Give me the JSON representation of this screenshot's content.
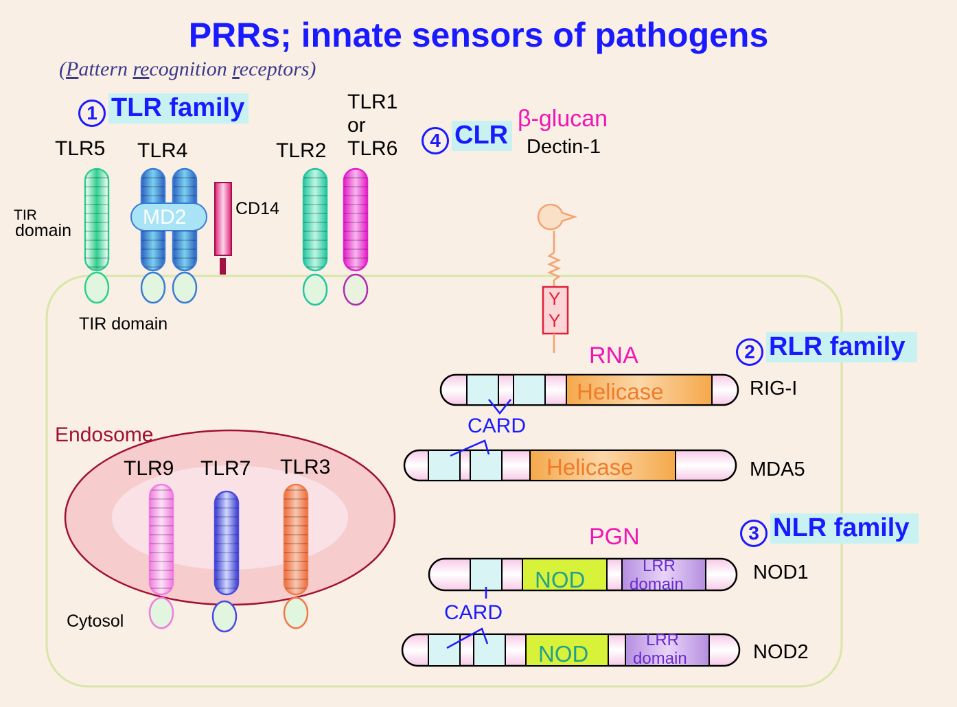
{
  "title": "PRRs; innate sensors of pathogens",
  "subtitle": {
    "open": "(",
    "p1": "P",
    "p1rest": "attern ",
    "p2": "re",
    "p2rest": "cognition ",
    "p3": "r",
    "p3rest": "eceptors)"
  },
  "families": {
    "tlr": {
      "number": "1",
      "label": "TLR family"
    },
    "rlr": {
      "number": "2",
      "label": "RLR  family"
    },
    "nlr": {
      "number": "3",
      "label": "NLR family"
    },
    "clr": {
      "number": "4",
      "label": "CLR"
    }
  },
  "tlr_surface": {
    "tlr5": "TLR5",
    "tlr4": "TLR4",
    "tlr2": "TLR2",
    "tlr1": "TLR1",
    "or": "or",
    "tlr6": "TLR6",
    "md2": "MD2",
    "cd14": "CD14",
    "tir_domain_top_1": "TIR",
    "tir_domain_top_2": "domain",
    "tir_domain_bottom": "TIR domain"
  },
  "clr": {
    "ligand": "β-glucan",
    "receptor": "Dectin-1",
    "motif_1": "Y",
    "motif_2": "Y"
  },
  "endosome": {
    "label": "Endosome",
    "tlr9": "TLR9",
    "tlr7": "TLR7",
    "tlr3": "TLR3",
    "cytosol": "Cytosol"
  },
  "rlr": {
    "ligand": "RNA",
    "card": "CARD",
    "rigi": {
      "name": "RIG-I",
      "helicase": "Helicase"
    },
    "mda5": {
      "name": "MDA5",
      "helicase": "Helicase"
    }
  },
  "nlr": {
    "ligand": "PGN",
    "card": "CARD",
    "nod1": {
      "name": "NOD1",
      "nod": "NOD",
      "lrr_1": "LRR",
      "lrr_2": "domain"
    },
    "nod2": {
      "name": "NOD2",
      "nod": "NOD",
      "lrr_1": "LRR",
      "lrr_2": "domain"
    }
  },
  "colors": {
    "background": "#f9efe4",
    "title": "#1a1aff",
    "family_highlight": "#c8f2f2",
    "cell_border": "#d8e6a8",
    "tlr5": "#2ecf8e",
    "tlr4": "#3a7bd5",
    "tlr2": "#22c7a0",
    "tlr6": "#e41ecb",
    "tlr9": "#f07ce0",
    "tlr7": "#4a4ae0",
    "tlr3": "#f07b4a",
    "endosome_ring": "#f6c9c9",
    "endosome_border": "#a01033",
    "helicase": "#f5b06a",
    "nod": "#d8f23a",
    "lrr": "#c8a0e8",
    "card": "#d9f4f4",
    "ligand_text": "#f015b4"
  }
}
